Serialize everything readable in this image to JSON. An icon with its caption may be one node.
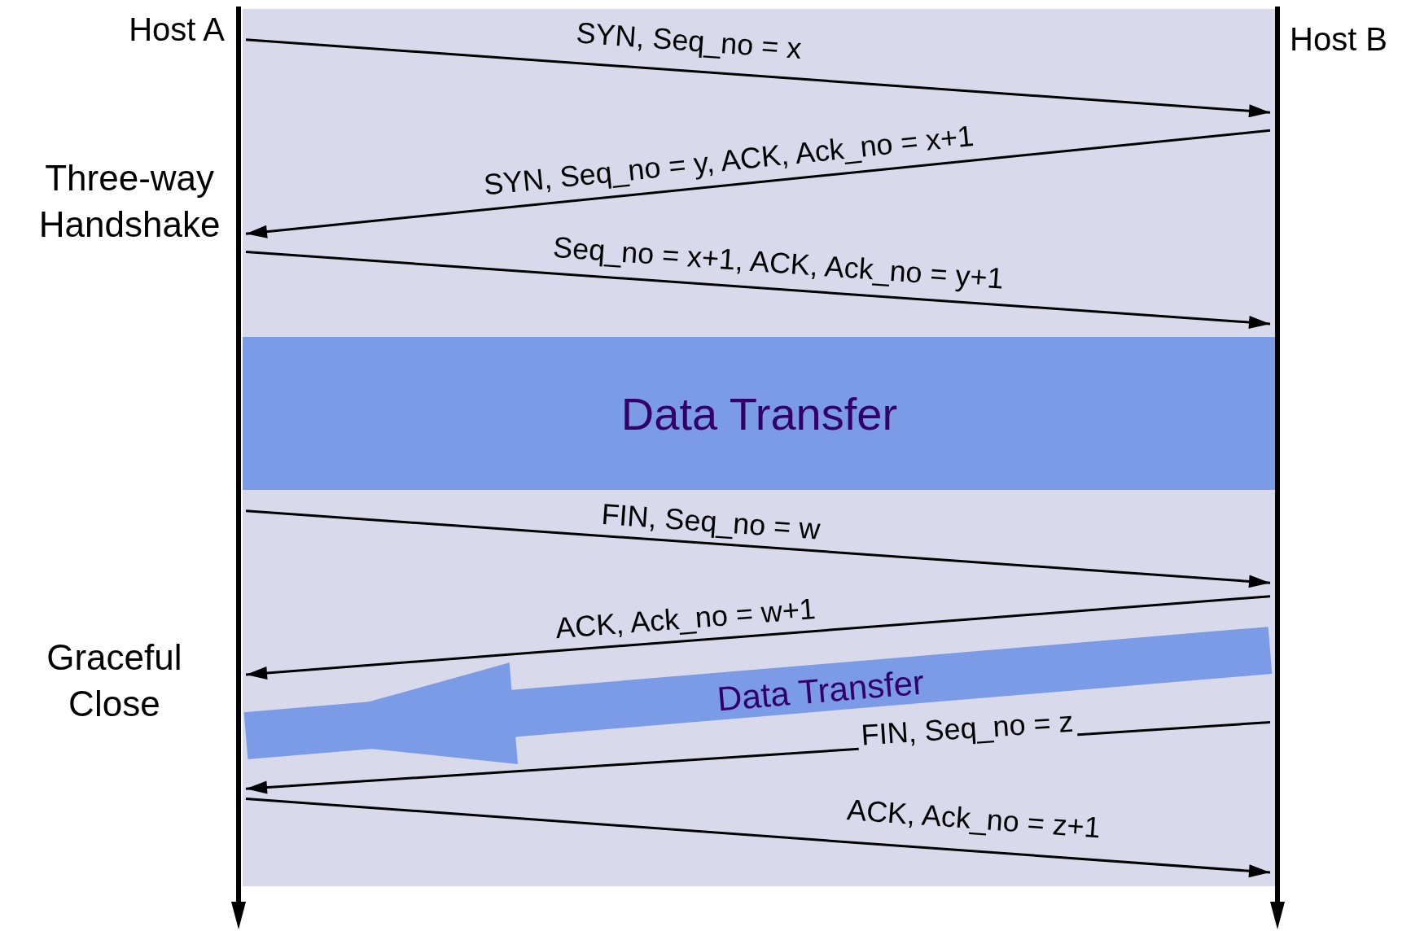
{
  "diagram": {
    "nodes": [
      {
        "text": [
          "Host A"
        ]
      },
      {
        "text": [
          "Host B"
        ]
      },
      {
        "text": [
          "Data Transfer"
        ]
      }
    ],
    "edges": [
      {
        "from": 0,
        "to": 1,
        "arrow": "to",
        "label": "SYN, Seq_no = x"
      },
      {
        "from": 1,
        "to": 0,
        "arrow": "to",
        "label": "SYN, Seq_no = y, ACK, Ack_no = x+1"
      },
      {
        "from": 0,
        "to": 1,
        "arrow": "to",
        "label": "Seq_no = x+1, ACK, Ack_no = y+1"
      },
      {
        "from": 0,
        "to": 1,
        "arrow": "to",
        "label": "FIN, Seq_no = w"
      },
      {
        "from": 1,
        "to": 0,
        "arrow": "to",
        "label": "ACK, Ack_no = w+1"
      },
      {
        "from": 1,
        "to": 0,
        "arrow": "to",
        "label": "Data Transfer",
        "style": "thick",
        "color": "#7b9be6"
      },
      {
        "from": 1,
        "to": 0,
        "arrow": "to",
        "label": "FIN, Seq_no = z"
      },
      {
        "from": 0,
        "to": 1,
        "arrow": "to",
        "label": "ACK, Ack_no = z+1"
      }
    ],
    "labels": [
      "Three-way Handshake",
      "Graceful Close"
    ]
  }
}
